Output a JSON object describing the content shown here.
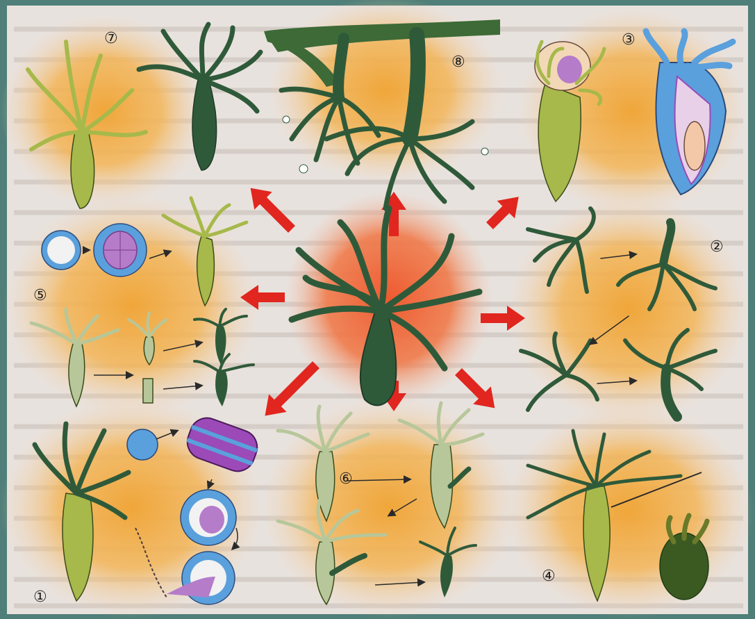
{
  "panels": [
    {
      "label": "①",
      "topic": "stinging-cell-discharge"
    },
    {
      "label": "②",
      "topic": "somersault-locomotion"
    },
    {
      "label": "③",
      "topic": "feeding-on-prey"
    },
    {
      "label": "④",
      "topic": "contraction"
    },
    {
      "label": "⑤",
      "topic": "regeneration-and-egg-development"
    },
    {
      "label": "⑥",
      "topic": "budding"
    },
    {
      "label": "⑦",
      "topic": "color-variation"
    },
    {
      "label": "⑧",
      "topic": "attached-to-plant"
    }
  ],
  "colors": {
    "frame": "#4f7f78",
    "page": "#e8e2de",
    "glow_yellow": "#f0a63a",
    "glow_center": "#e8623a",
    "arrow_red": "#e0261f",
    "hydra_dark": "#2f5a3a",
    "hydra_light": "#a6b94a",
    "hydra_pale": "#b7c79a",
    "cell_blue": "#5aa0dc",
    "cell_purple": "#9b4ab8"
  },
  "icons": [
    "hydra",
    "stinging-cell",
    "egg-cell",
    "prey",
    "arrow"
  ]
}
